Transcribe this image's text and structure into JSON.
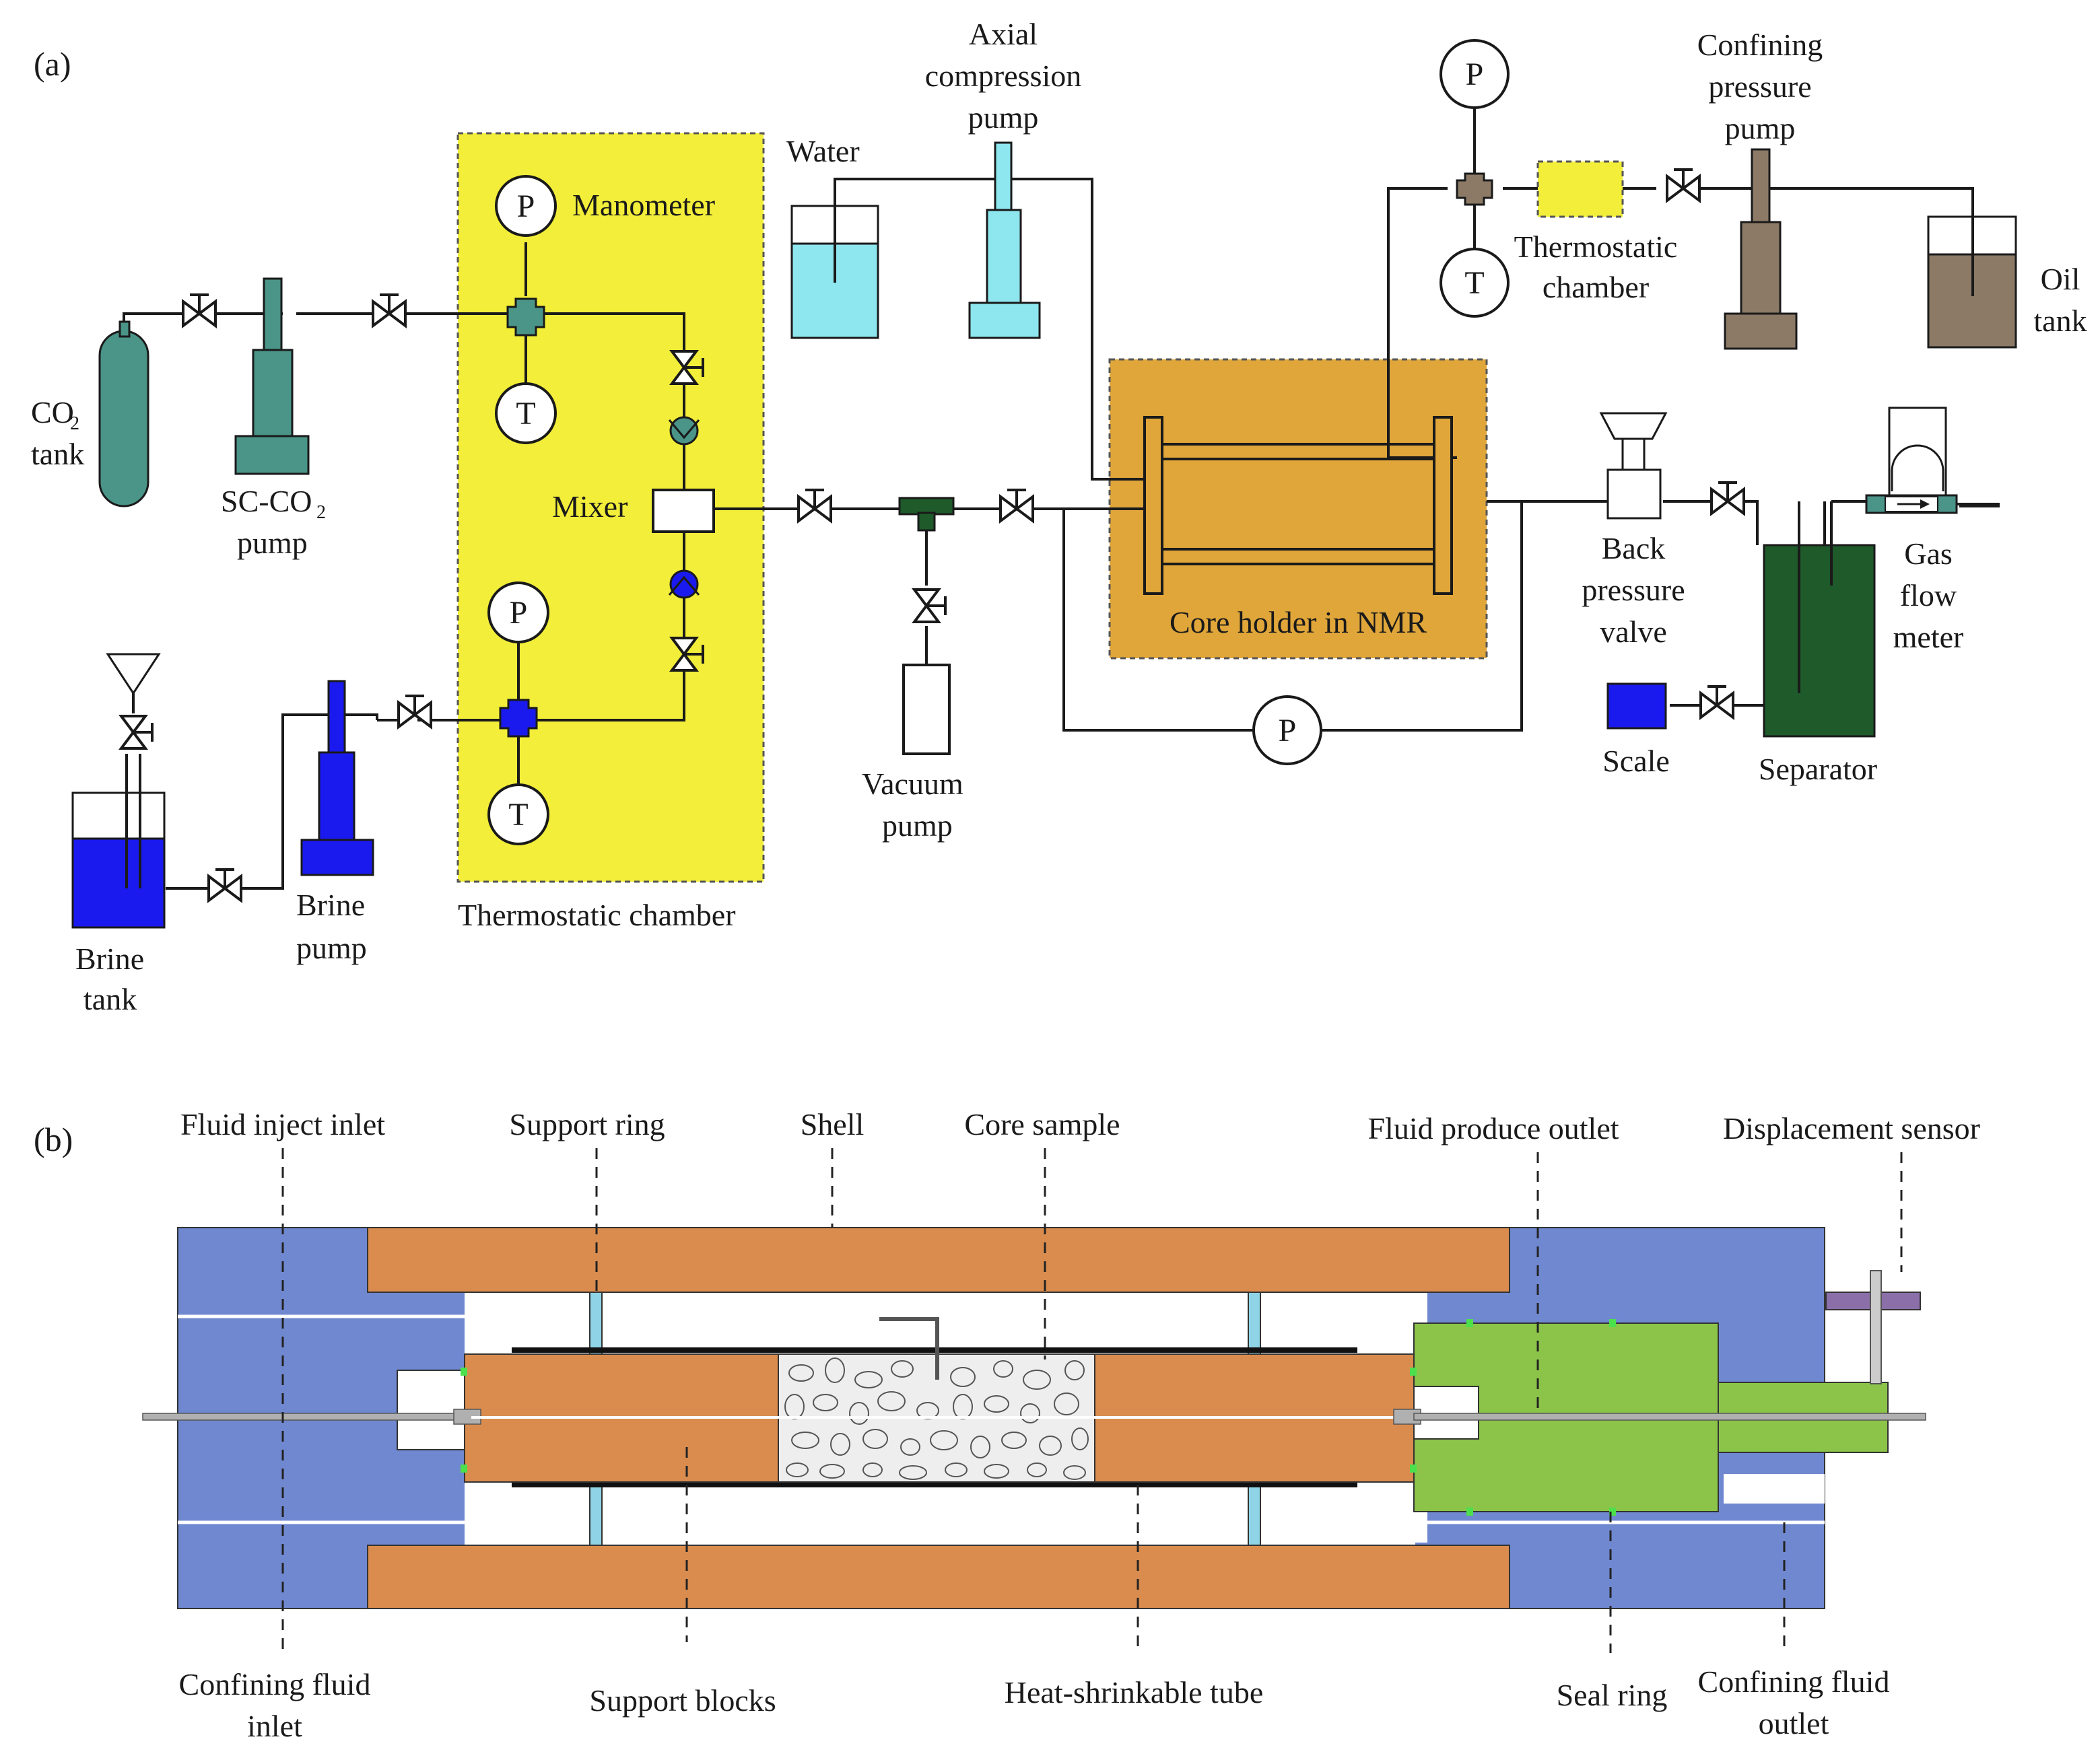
{
  "panel_a": {
    "panel_label": "(a)",
    "labels": {
      "co2_tank": [
        "CO",
        "2",
        "tank"
      ],
      "sc_co2_pump": [
        "SC-CO",
        "2",
        "pump"
      ],
      "manometer": "Manometer",
      "mixer": "Mixer",
      "thermostatic_chamber_main": "Thermostatic chamber",
      "water": "Water",
      "axial_pump": [
        "Axial",
        "compression",
        "pump"
      ],
      "vacuum_pump": [
        "Vacuum",
        "pump"
      ],
      "core_holder": "Core holder in NMR",
      "confining_pump": [
        "Confining",
        "pressure",
        "pump"
      ],
      "thermostatic_chamber_small": [
        "Thermostatic",
        "chamber"
      ],
      "oil_tank": [
        "Oil",
        "tank"
      ],
      "back_pressure_valve": [
        "Back",
        "pressure",
        "valve"
      ],
      "gas_flow_meter": [
        "Gas",
        "flow",
        "meter"
      ],
      "scale": "Scale",
      "separator": "Separator",
      "brine_tank": [
        "Brine",
        "tank"
      ],
      "brine_pump": [
        "Brine",
        "pump"
      ]
    },
    "gauge_symbols": {
      "pressure": "P",
      "temperature": "T"
    },
    "colors": {
      "co2": "#4a9488",
      "brine": "#1a1aee",
      "water": "#8ee6ef",
      "oil": "#8c7a66",
      "chamber": "#f2ee3a",
      "core_holder": "#e0a63a",
      "separator": "#1e5a2a",
      "vacuum_tee": "#1e5a2a"
    }
  },
  "panel_b": {
    "panel_label": "(b)",
    "top_labels": {
      "fluid_inject_inlet": "Fluid inject inlet",
      "support_ring": "Support ring",
      "shell": "Shell",
      "core_sample": "Core sample",
      "fluid_produce_outlet": "Fluid produce outlet",
      "displacement_sensor": "Displacement sensor"
    },
    "bottom_labels": {
      "confining_fluid_inlet": [
        "Confining fluid",
        "inlet"
      ],
      "support_blocks": "Support blocks",
      "heat_shrinkable_tube": "Heat-shrinkable tube",
      "seal_ring": "Seal ring",
      "confining_fluid_outlet": [
        "Confining fluid",
        "outlet"
      ]
    },
    "colors": {
      "end_cap": "#7088d0",
      "shell": "#d98c4e",
      "piston": "#8cc44a",
      "core": "#eeeeee",
      "support_ring": "#8fd4e6",
      "seal": "#4ce04c"
    }
  }
}
